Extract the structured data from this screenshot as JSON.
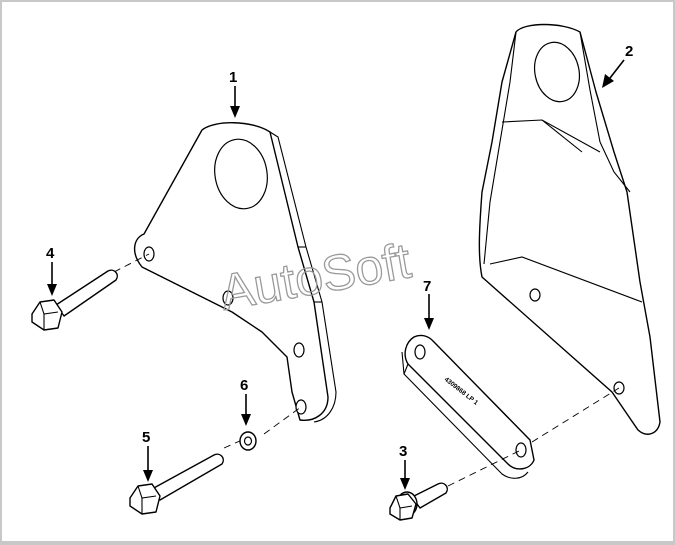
{
  "callouts": [
    "1",
    "2",
    "3",
    "4",
    "5",
    "6",
    "7"
  ],
  "watermark": "AutoSoft",
  "part_stamp": "4309868 LP 1",
  "colors": {
    "background": "#ffffff",
    "border": "#c8c8c8",
    "line": "#000000",
    "watermark": "#9a9a9a"
  }
}
